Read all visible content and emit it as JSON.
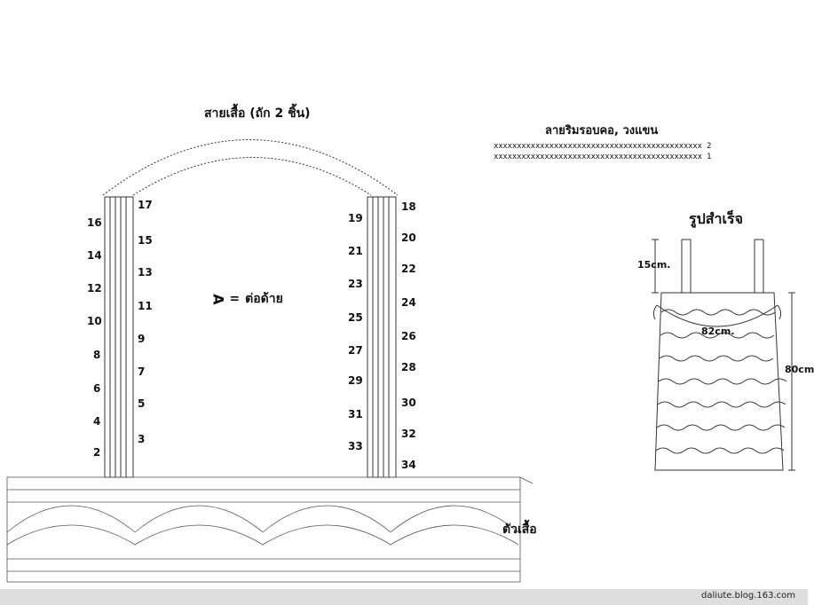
{
  "strap": {
    "title": "สายเสื้อ (ถัก 2 ชิ้น)",
    "left_rows_left_side": [
      "16",
      "14",
      "12",
      "10",
      "8",
      "6",
      "4",
      "2"
    ],
    "left_rows_right_side": [
      "17",
      "15",
      "13",
      "11",
      "9",
      "7",
      "5",
      "3"
    ],
    "right_rows_left_side": [
      "19",
      "21",
      "23",
      "25",
      "27",
      "29",
      "31",
      "33"
    ],
    "right_rows_right_side": [
      "18",
      "20",
      "22",
      "24",
      "26",
      "28",
      "30",
      "32",
      "34"
    ]
  },
  "legend": {
    "symbol": "A",
    "equals": "=",
    "meaning": "ต่อด้าย"
  },
  "edge": {
    "title": "ลายริมรอบคอ, วงแขน",
    "row1": "xxxxxxxxxxxxxxxxxxxxxxxxxxxxxxxxxxxxxxxxxxxxx 2",
    "row2": "xxxxxxxxxxxxxxxxxxxxxxxxxxxxxxxxxxxxxxxxxxxxx 1"
  },
  "finished": {
    "title": "รูปสำเร็จ",
    "strap_length": "15cm.",
    "width": "82cm.",
    "length": "80cm"
  },
  "body_label": "ตัวเสื้อ",
  "footer": {
    "watermark": "daliute.blog.163.com"
  },
  "colors": {
    "line": "#333333",
    "bg": "#ffffff",
    "footer": "#dedede"
  }
}
